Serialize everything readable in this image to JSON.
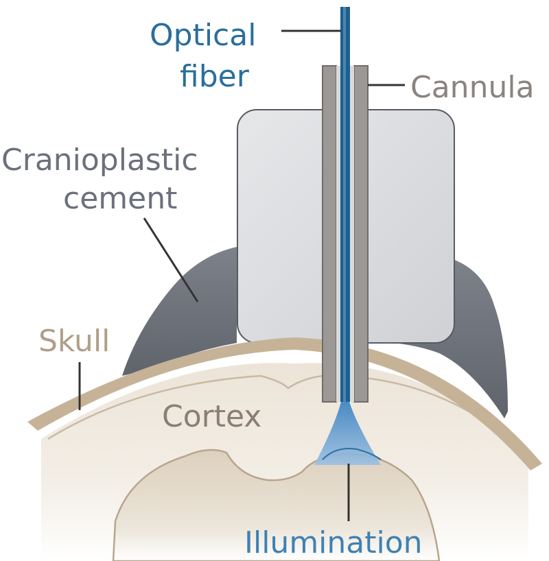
{
  "labels": {
    "optical_fiber_line1": "Optical",
    "optical_fiber_line2": "fiber",
    "cannula": "Cannula",
    "cement_line1": "Cranioplastic",
    "cement_line2": "cement",
    "skull": "Skull",
    "cortex": "Cortex",
    "illumination": "Illumination"
  },
  "colors": {
    "optical_fiber": "#1f5f8b",
    "illumination_cone": "#6aa0cf",
    "cannula": "#9c9896",
    "cement": "#6e737b",
    "headstage_block": "#d6d8db",
    "skull": "#c6b397",
    "cortex": "#e8dfd2",
    "deep_brain": "#ddd0bd"
  }
}
